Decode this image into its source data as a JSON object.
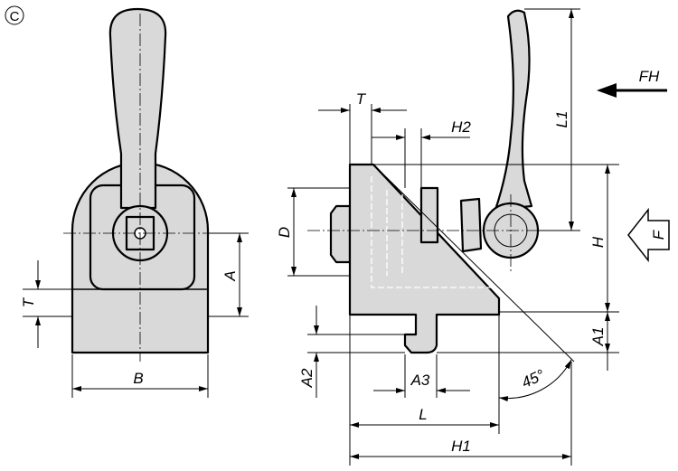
{
  "view_marker": "C",
  "labels": {
    "front_T": "T",
    "front_A": "A",
    "front_B": "B",
    "side_T": "T",
    "H2": "H2",
    "D": "D",
    "L1": "L1",
    "FH": "FH",
    "F": "F",
    "H": "H",
    "A1": "A1",
    "A2": "A2",
    "A3": "A3",
    "L": "L",
    "H1": "H1",
    "angle": "45°"
  },
  "colors": {
    "part_fill": "#d9d9d9",
    "line": "#000000"
  }
}
